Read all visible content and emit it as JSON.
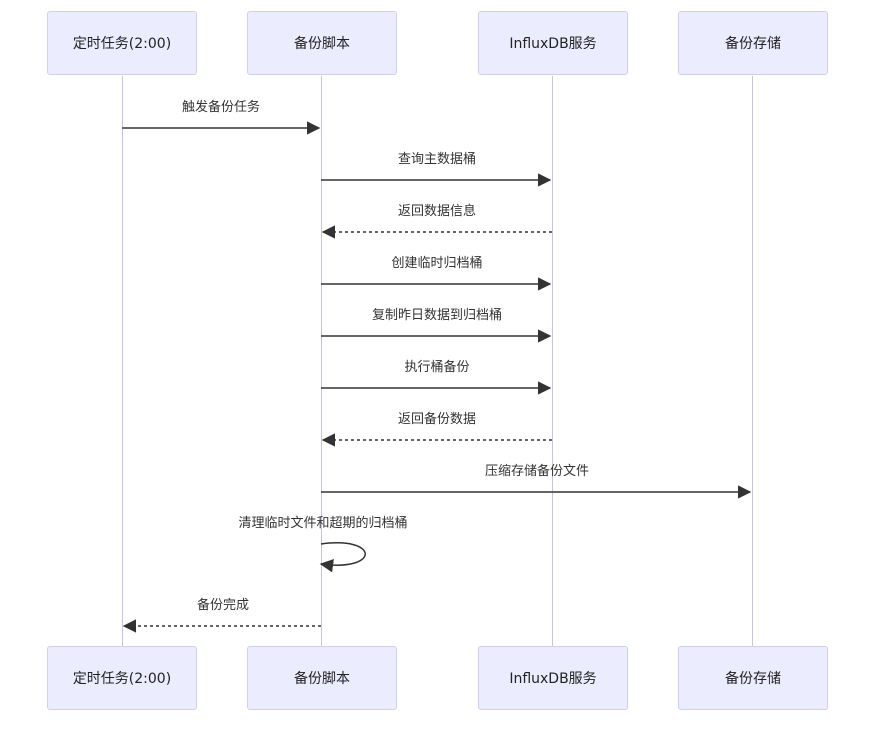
{
  "actors": [
    "定时任务(2:00)",
    "备份脚本",
    "InfluxDB服务",
    "备份存储"
  ],
  "messages": [
    {
      "from": 0,
      "to": 1,
      "text": "触发备份任务",
      "style": "solid"
    },
    {
      "from": 1,
      "to": 2,
      "text": "查询主数据桶",
      "style": "solid"
    },
    {
      "from": 2,
      "to": 1,
      "text": "返回数据信息",
      "style": "dashed"
    },
    {
      "from": 1,
      "to": 2,
      "text": "创建临时归档桶",
      "style": "solid"
    },
    {
      "from": 1,
      "to": 2,
      "text": "复制昨日数据到归档桶",
      "style": "solid"
    },
    {
      "from": 1,
      "to": 2,
      "text": "执行桶备份",
      "style": "solid"
    },
    {
      "from": 2,
      "to": 1,
      "text": "返回备份数据",
      "style": "dashed"
    },
    {
      "from": 1,
      "to": 3,
      "text": "压缩存储备份文件",
      "style": "solid"
    },
    {
      "from": 1,
      "to": 1,
      "text": "清理临时文件和超期的归档桶",
      "style": "solid"
    },
    {
      "from": 1,
      "to": 0,
      "text": "备份完成",
      "style": "dashed"
    }
  ],
  "colors": {
    "actor_fill": "#ececff",
    "actor_border": "#cfcfef",
    "lifeline": "#c4c4e8",
    "arrow": "#333333"
  }
}
